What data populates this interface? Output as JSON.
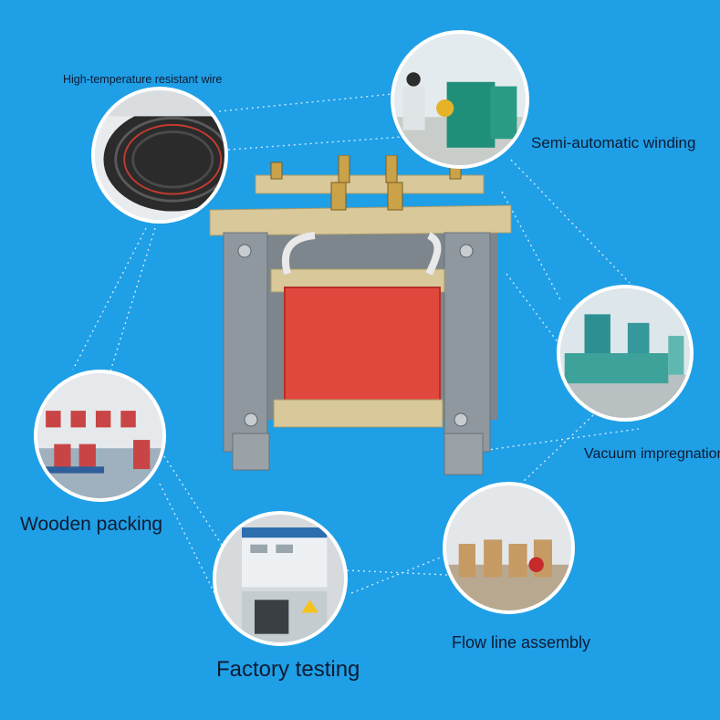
{
  "labels": {
    "wire": "High-temperature resistant wire",
    "winding": "Semi-automatic winding",
    "vacuum": "Vacuum impregnation",
    "wooden": "Wooden packing",
    "factory": "Factory testing",
    "flow": "Flow line assembly"
  },
  "colors": {
    "background": "#1f9fe6",
    "coil": "#e1483d",
    "steel": "#8c949b",
    "board": "#d8c89a",
    "label_text": "#0d1b33"
  }
}
